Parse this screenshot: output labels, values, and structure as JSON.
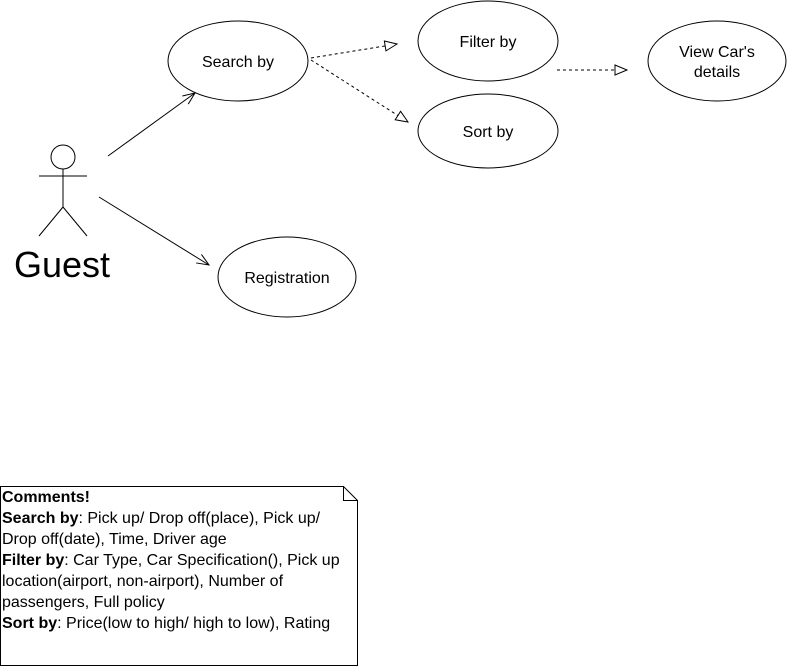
{
  "actor": {
    "label": "Guest"
  },
  "usecases": {
    "search_by": "Search by",
    "filter_by": "Filter by",
    "sort_by": "Sort by",
    "view_details_line1": "View Car's",
    "view_details_line2": "details",
    "registration": "Registration"
  },
  "comments": {
    "heading": "Comments!",
    "search_key": "Search by",
    "search_text": ": Pick up/ Drop off(place), Pick up/ Drop off(date), Time, Driver age",
    "filter_key": "Filter by",
    "filter_text": ": Car Type, Car Specification(), Pick up location(airport, non-airport), Number of passengers, Full policy",
    "sort_key": "Sort by",
    "sort_text": ": Price(low to high/ high to low), Rating"
  }
}
